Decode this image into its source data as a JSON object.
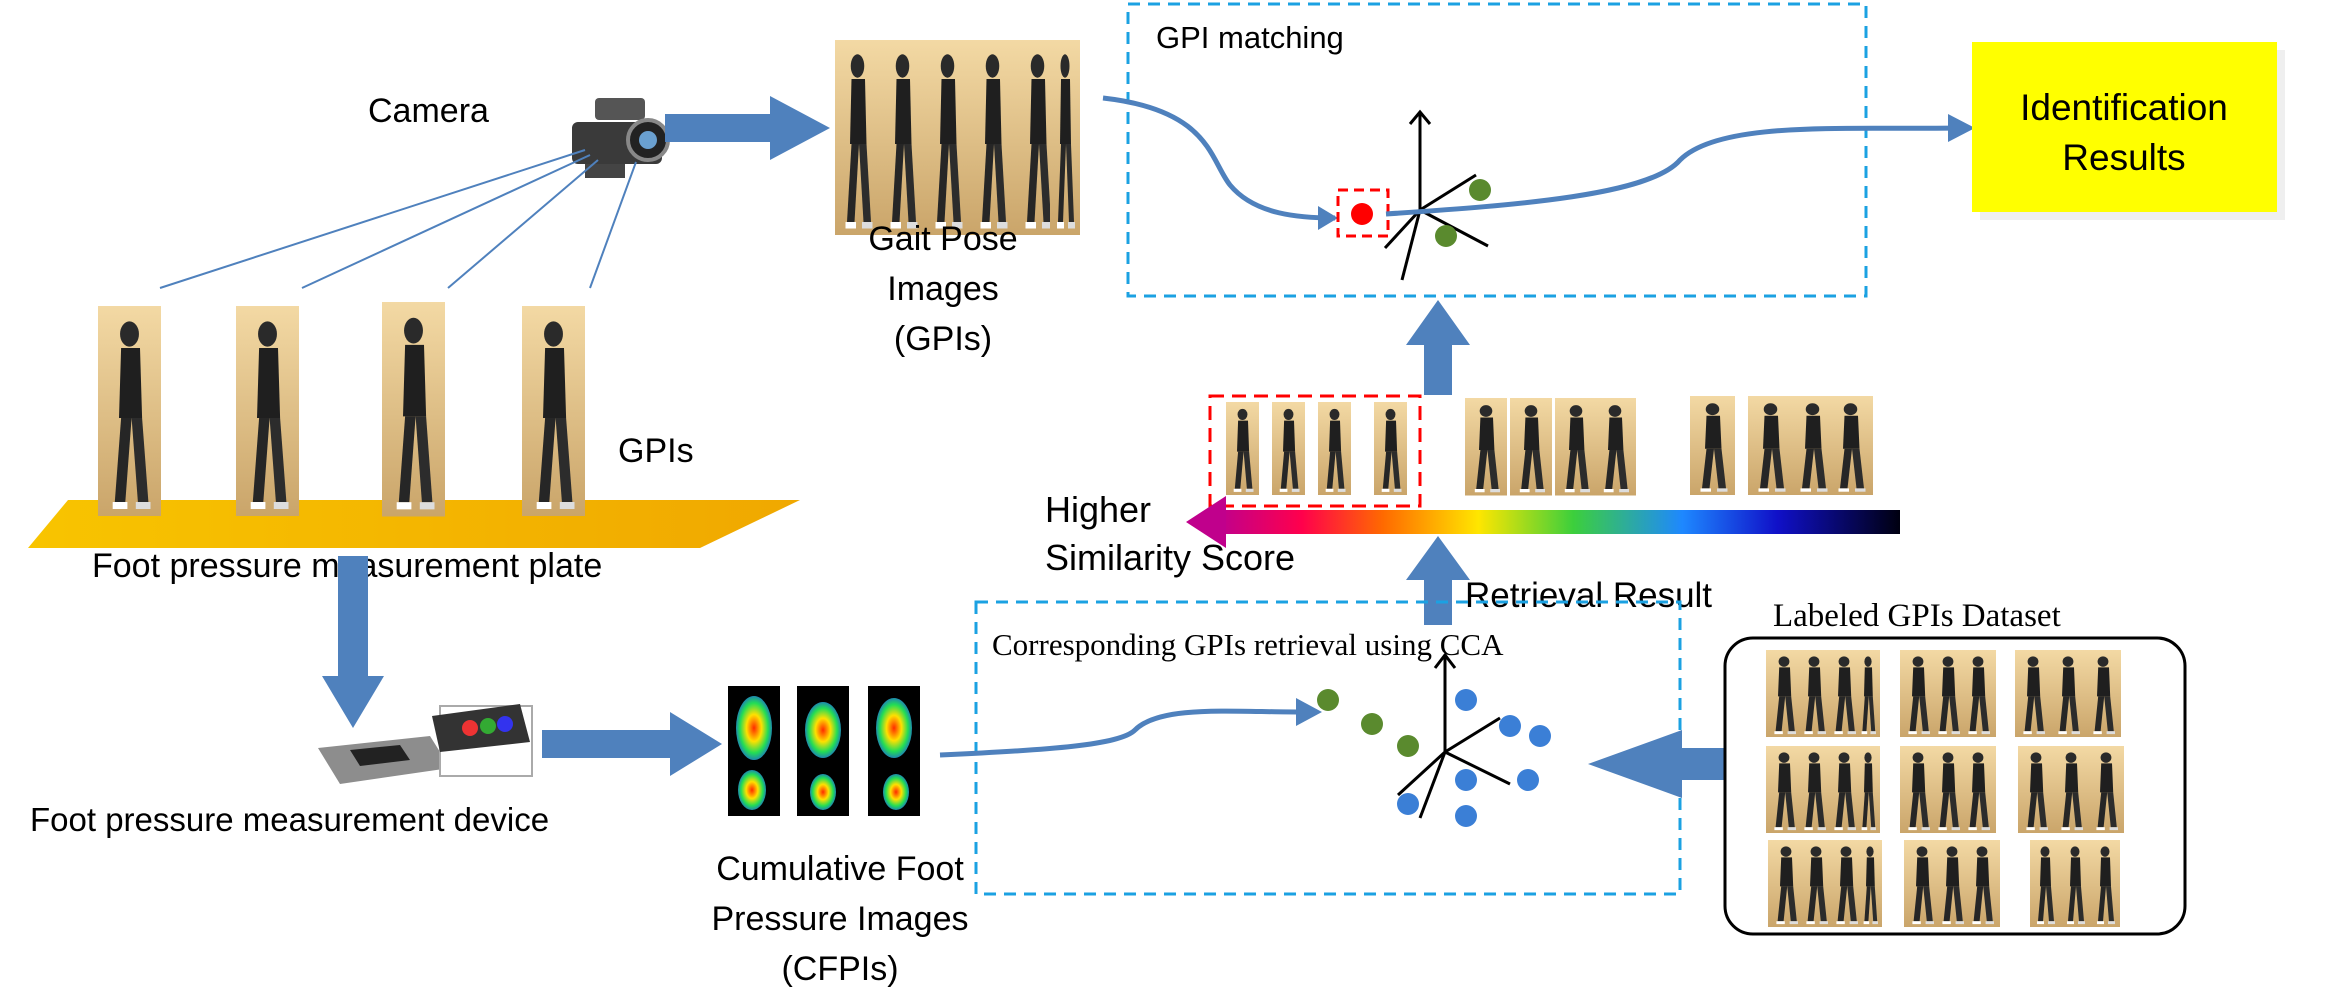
{
  "labels": {
    "camera": "Camera",
    "gpis_line1": "GPIs",
    "plate": "Foot pressure measurement plate",
    "gait_pose_1": "Gait Pose",
    "gait_pose_2": "Images",
    "gait_pose_3": "(GPIs)",
    "gpi_matching": "GPI matching",
    "identification_1": "Identification",
    "identification_2": "Results",
    "higher_1": "Higher",
    "higher_2": "Similarity Score",
    "retrieval_result": "Retrieval Result",
    "labeled_dataset": "Labeled GPIs Dataset",
    "cca_retrieval": "Corresponding GPIs retrieval using CCA",
    "device": "Foot pressure measurement device",
    "cfpi_1": "Cumulative Foot",
    "cfpi_2": "Pressure Images",
    "cfpi_3": "(CFPIs)"
  },
  "colors": {
    "arrow": "#4f81bd",
    "dashed_box": "#1ba1e2",
    "result_box": "#ffff00",
    "selected_red": "#ff0000",
    "point_green": "#5a8a2e",
    "point_blue": "#3b7fd6",
    "plate_orange": "#f5b800"
  }
}
